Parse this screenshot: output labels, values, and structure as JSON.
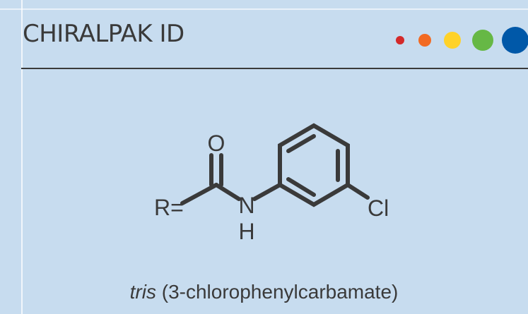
{
  "title": "CHIRALPAK ID",
  "dots": [
    {
      "name": "red-dot",
      "color": "#d42a2a"
    },
    {
      "name": "orange-dot",
      "color": "#f26a22"
    },
    {
      "name": "yellow-dot",
      "color": "#ffd229"
    },
    {
      "name": "green-dot",
      "color": "#66b845"
    },
    {
      "name": "blue-dot",
      "color": "#0058a8"
    }
  ],
  "structure": {
    "r_label": "R=",
    "o_label": "O",
    "n_label": "N",
    "h_label": "H",
    "cl_label": "Cl"
  },
  "caption": {
    "prefix": "tris",
    "text": " (3-chlorophenylcarbamate)"
  },
  "colors": {
    "background": "#c7dcef",
    "text": "#3a3a3a"
  }
}
